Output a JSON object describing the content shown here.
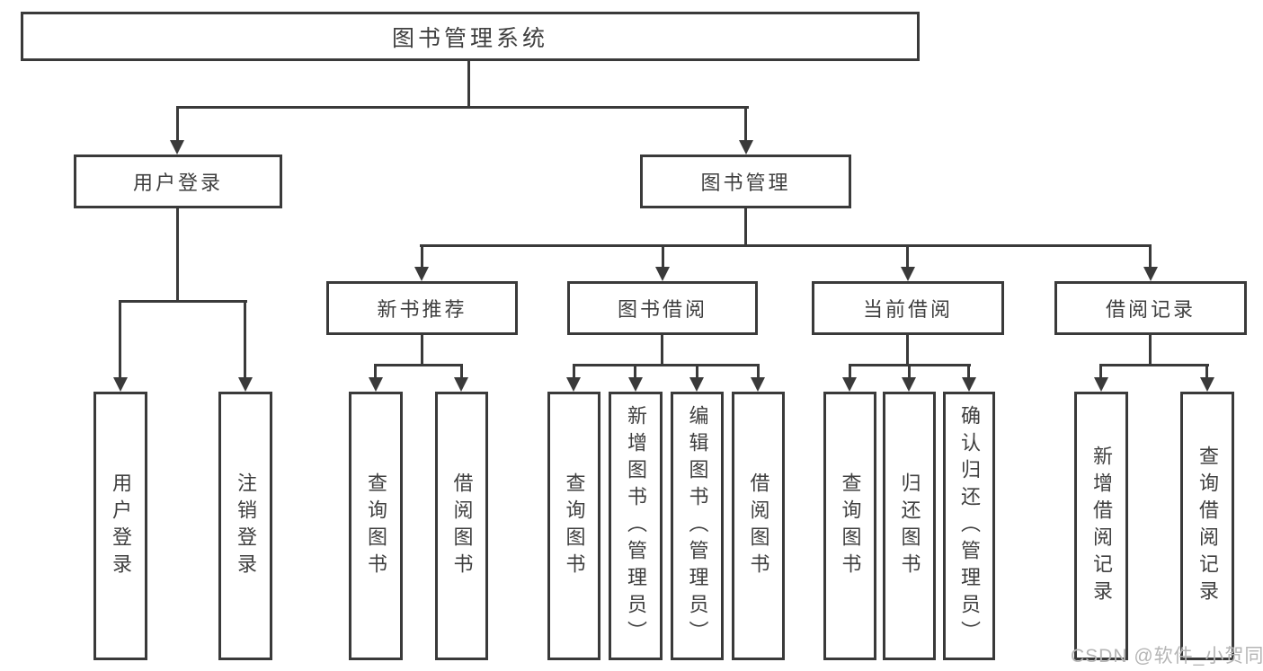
{
  "tree": {
    "root_label": "图书管理系统",
    "branches": [
      {
        "label": "用户登录",
        "leaves": [
          "用户登录",
          "注销登录"
        ]
      },
      {
        "label": "图书管理",
        "sections": [
          {
            "label": "新书推荐",
            "leaves": [
              "查询图书",
              "借阅图书"
            ]
          },
          {
            "label": "图书借阅",
            "leaves": [
              "查询图书",
              "新增图书（管理员）",
              "编辑图书（管理员）",
              "借阅图书"
            ]
          },
          {
            "label": "当前借阅",
            "leaves": [
              "查询图书",
              "归还图书",
              "确认归还（管理员）"
            ]
          },
          {
            "label": "借阅记录",
            "leaves": [
              "新增借阅记录",
              "查询借阅记录"
            ]
          }
        ]
      }
    ]
  },
  "watermark": "CSDN @软件_小贺同学",
  "colors": {
    "line": "#3a3a3a",
    "text": "#3f3f3f",
    "watermark": "#b5b5b5",
    "background": "#ffffff"
  }
}
